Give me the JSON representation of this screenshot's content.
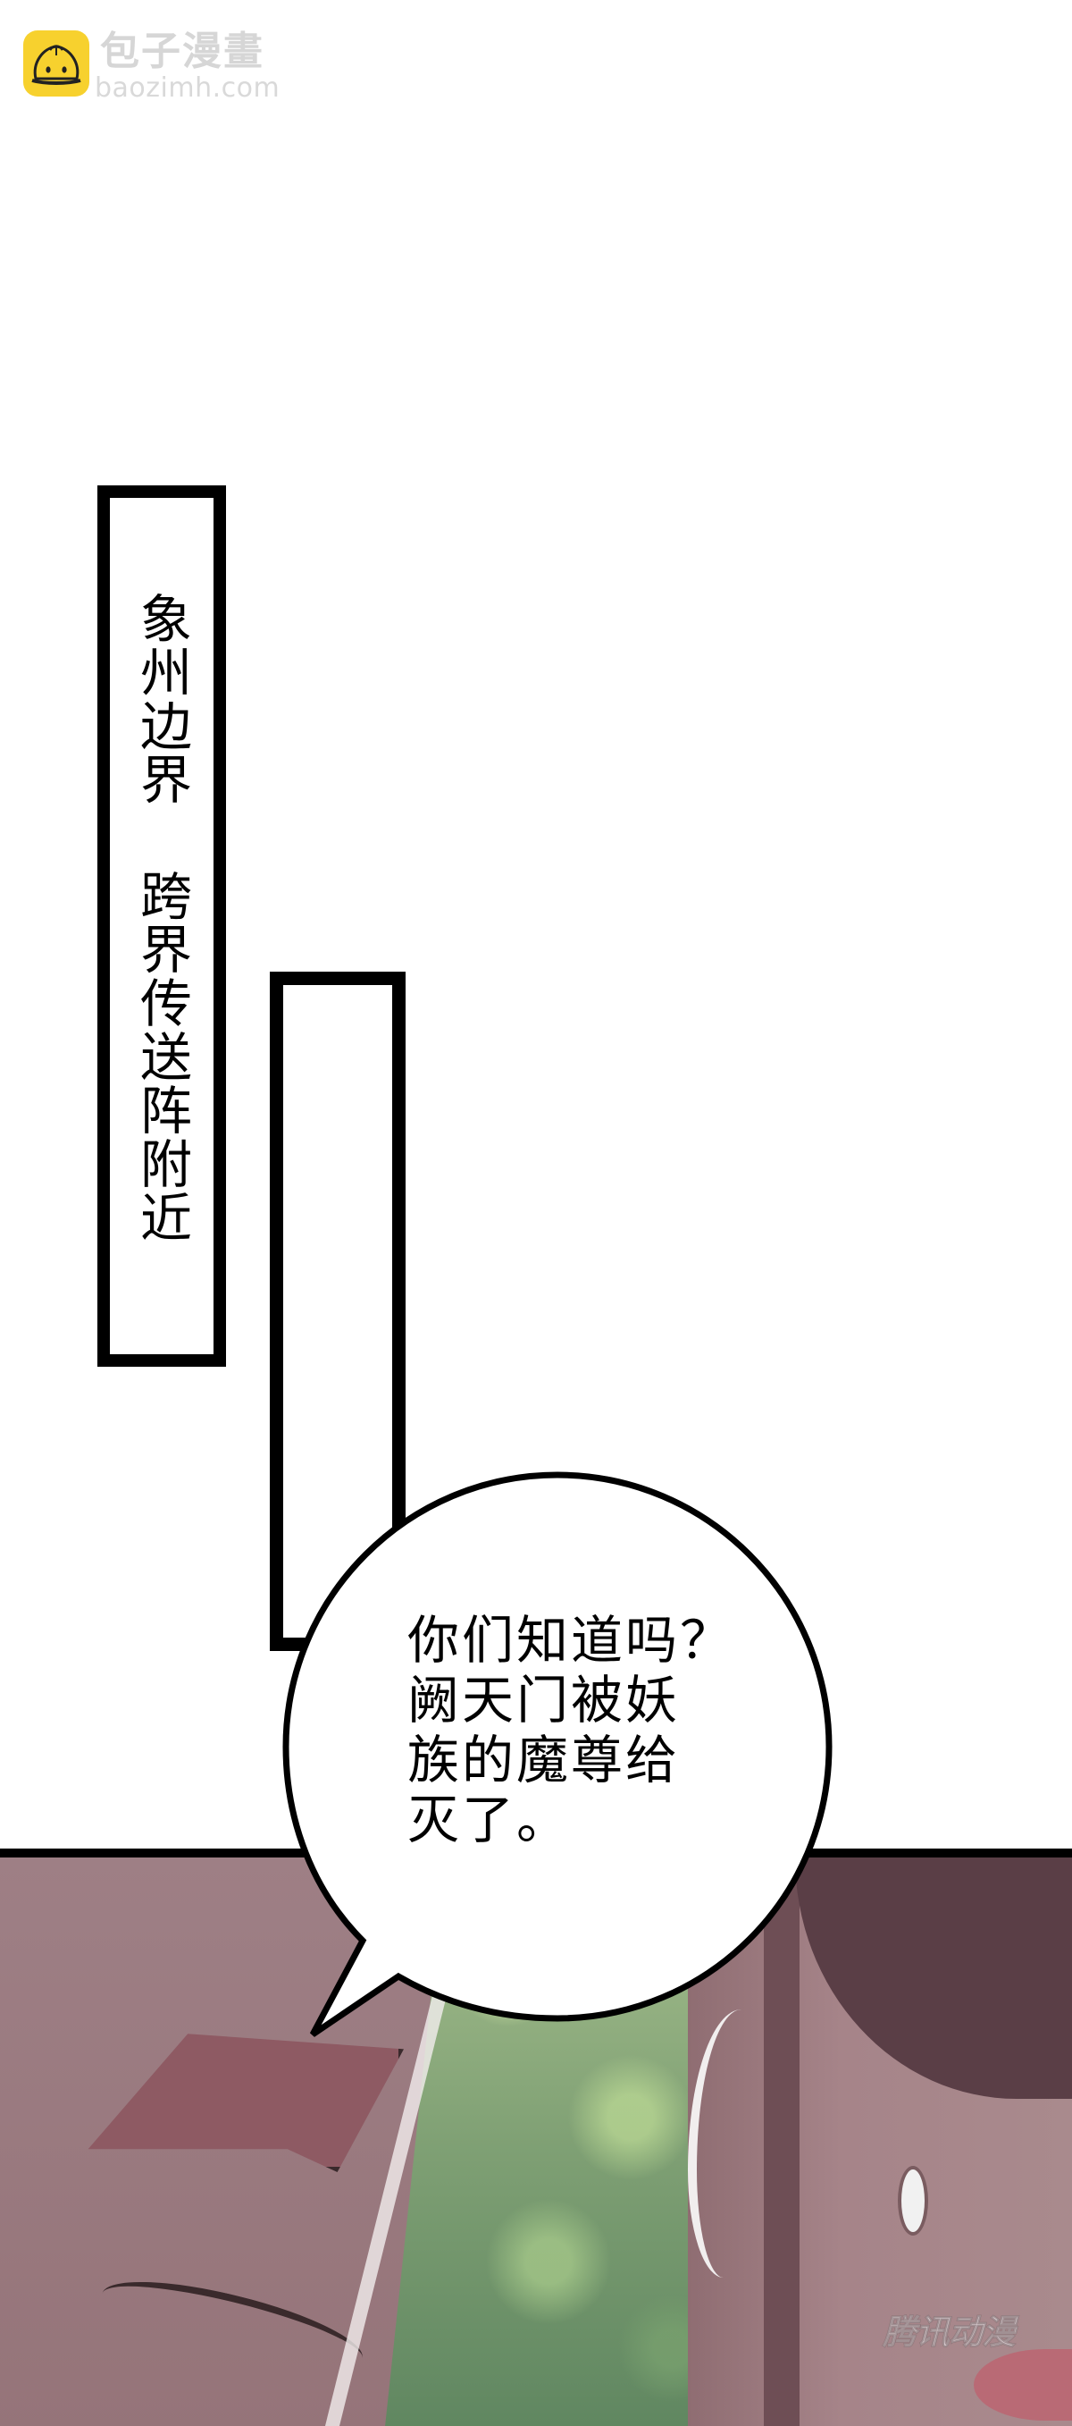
{
  "watermark_top": {
    "icon": "steamed-bun-logo-icon",
    "site_name": "包子漫畫",
    "site_url": "baozimh.com",
    "colors": {
      "logo_bg": "#f7d12e",
      "text": "#d6d6d6"
    }
  },
  "caption_box": {
    "text": "象州边界 跨界传送阵附近"
  },
  "empty_caption_box": {},
  "speech_bubble": {
    "lines": [
      "你们知道吗？",
      "阙天门被妖",
      "族的魔尊给",
      "灭了。"
    ]
  },
  "panel": {
    "colors": {
      "skin": "#98787e",
      "hair": "#5a3e46",
      "forest": "#7fa074"
    }
  },
  "watermark_bottom": {
    "text": "腾讯动漫"
  }
}
